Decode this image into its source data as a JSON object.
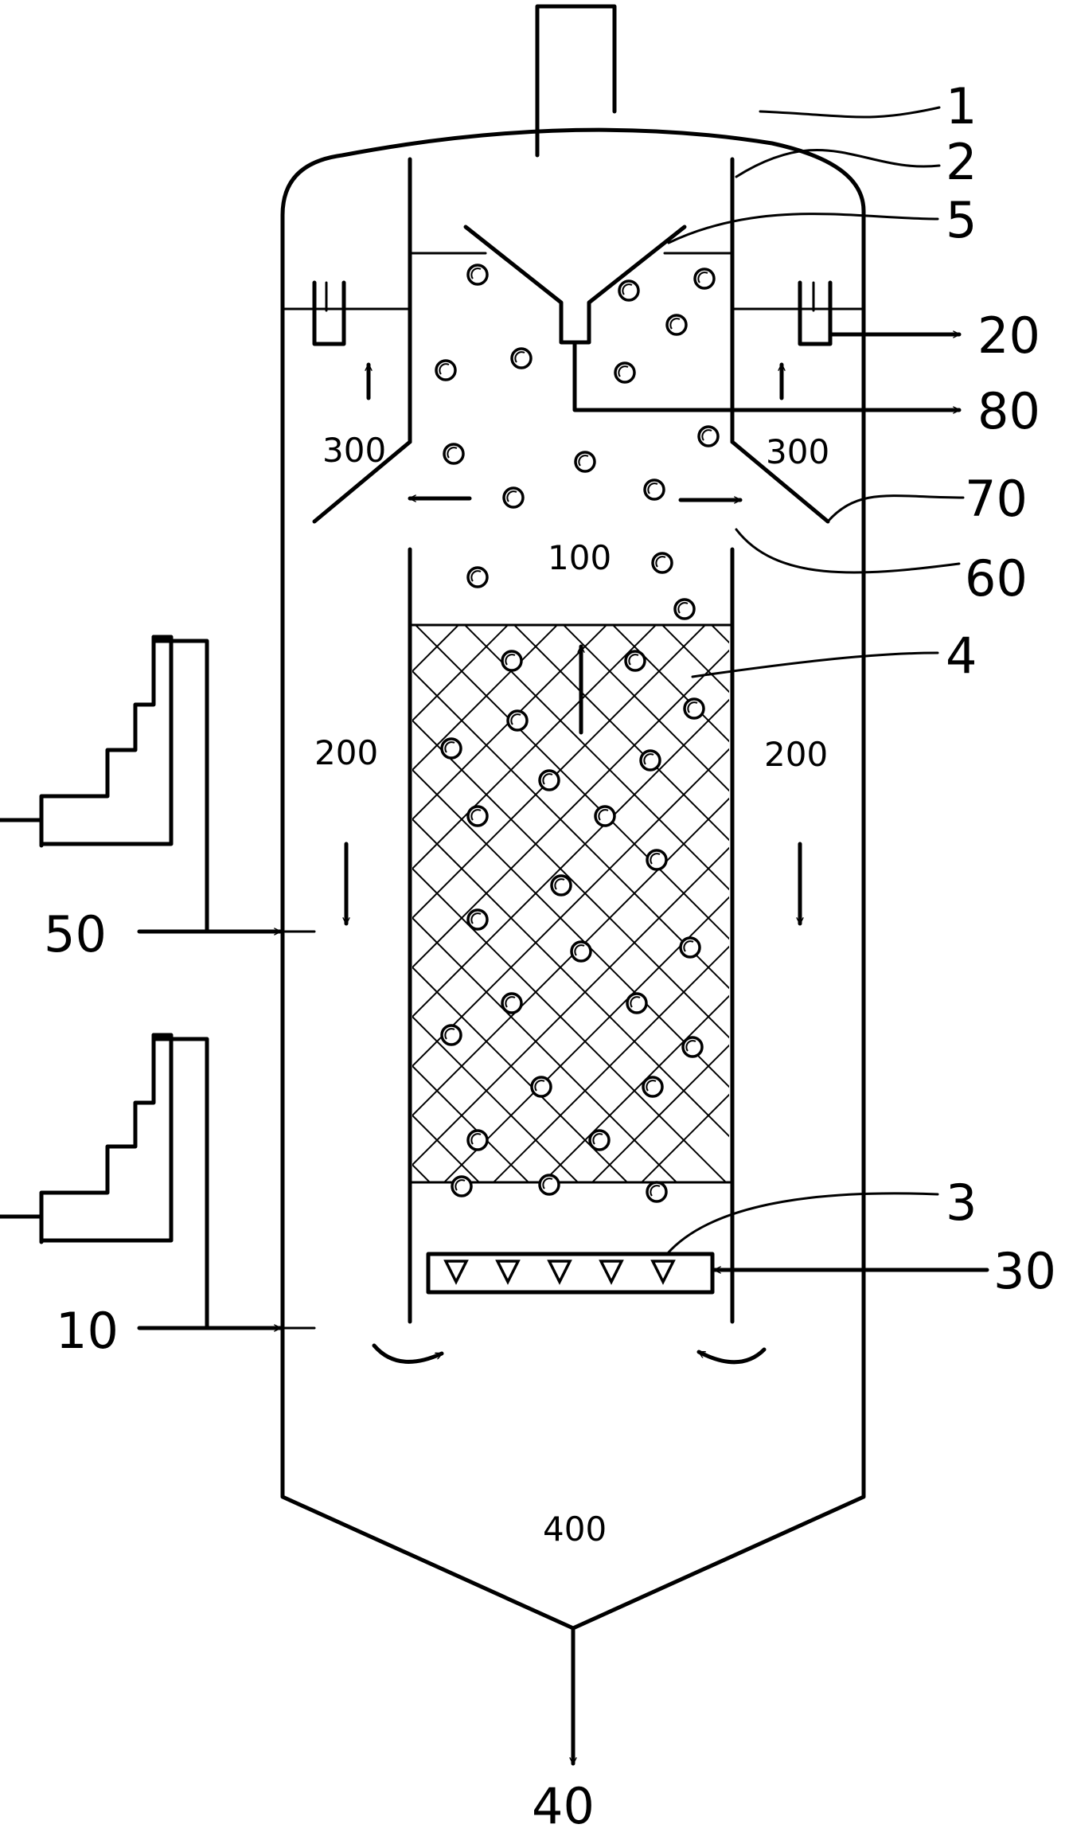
{
  "labels": {
    "l1": "1",
    "l2": "2",
    "l5": "5",
    "l20": "20",
    "l80": "80",
    "l70": "70",
    "l60": "60",
    "l4": "4",
    "l3": "3",
    "l30": "30",
    "l50": "50",
    "l10": "10",
    "l40": "40"
  },
  "zones": {
    "z100": "100",
    "z200_left": "200",
    "z200_right": "200",
    "z300_left": "300",
    "z300_right": "300",
    "z400": "400"
  }
}
